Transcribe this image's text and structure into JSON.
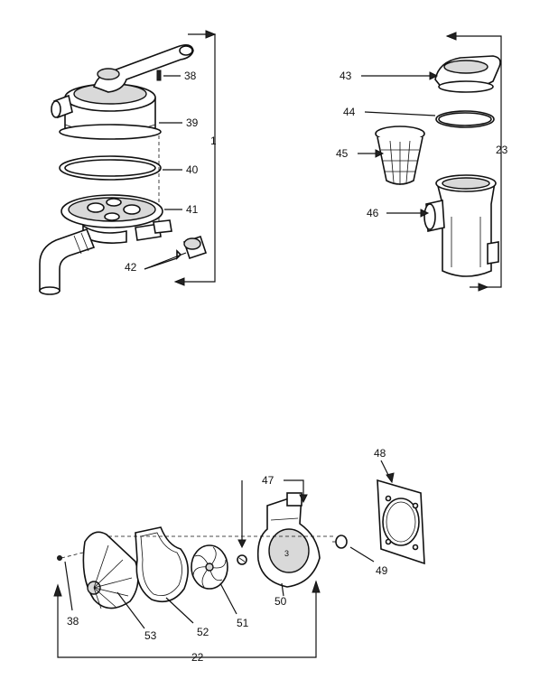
{
  "labels": {
    "l1": "1",
    "l38a": "38",
    "l39": "39",
    "l40": "40",
    "l41": "41",
    "l42": "42",
    "l43": "43",
    "l44": "44",
    "l45": "45",
    "l46": "46",
    "l23": "23",
    "l47": "47",
    "l48": "48",
    "l49": "49",
    "l50": "50",
    "l51": "51",
    "l52": "52",
    "l53": "53",
    "l38b": "38",
    "l22": "22"
  }
}
